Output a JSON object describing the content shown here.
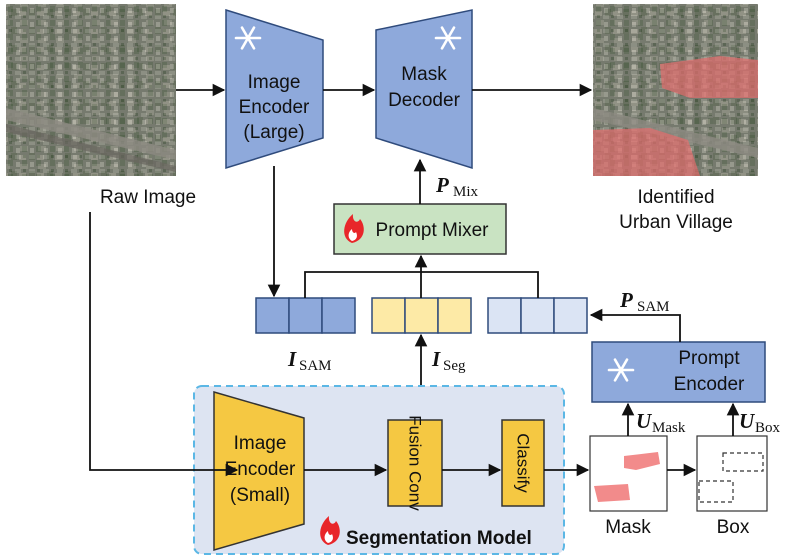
{
  "raw_image_label": "Raw Image",
  "large_encoder": {
    "line1": "Image",
    "line2": "Encoder",
    "line3": "(Large)"
  },
  "mask_decoder": {
    "line1": "Mask",
    "line2": "Decoder"
  },
  "output_label": {
    "line1": "Identified",
    "line2": "Urban Village"
  },
  "prompt_mixer": "Prompt Mixer",
  "p_mix": {
    "symbol": "P",
    "sub": "Mix"
  },
  "p_sam": {
    "symbol": "P",
    "sub": "SAM"
  },
  "i_sam": {
    "symbol": "I",
    "sub": "SAM"
  },
  "i_seg": {
    "symbol": "I",
    "sub": "Seg"
  },
  "u_mask": {
    "symbol": "U",
    "sub": "Mask"
  },
  "u_box": {
    "symbol": "U",
    "sub": "Box"
  },
  "prompt_encoder": {
    "line1": "Prompt",
    "line2": "Encoder"
  },
  "small_encoder": {
    "line1": "Image",
    "line2": "Encoder",
    "line3": "(Small)"
  },
  "fusion_conv": "Fusion Conv",
  "classify": "Classify",
  "segmentation_model": "Segmentation Model",
  "mask_label": "Mask",
  "box_label": "Box",
  "colors": {
    "frozen_blue": "#8ea9db",
    "frozen_stroke": "#2f4b7c",
    "mixer_green": "#c9e3c2",
    "token_blue": "#8ea9db",
    "token_yellow": "#fdeaa6",
    "token_light": "#dbe4f4",
    "seg_yellow": "#f5c842",
    "seg_bg": "#dde4f2",
    "seg_border": "#5bb7e5",
    "flame": "#e8262a"
  }
}
